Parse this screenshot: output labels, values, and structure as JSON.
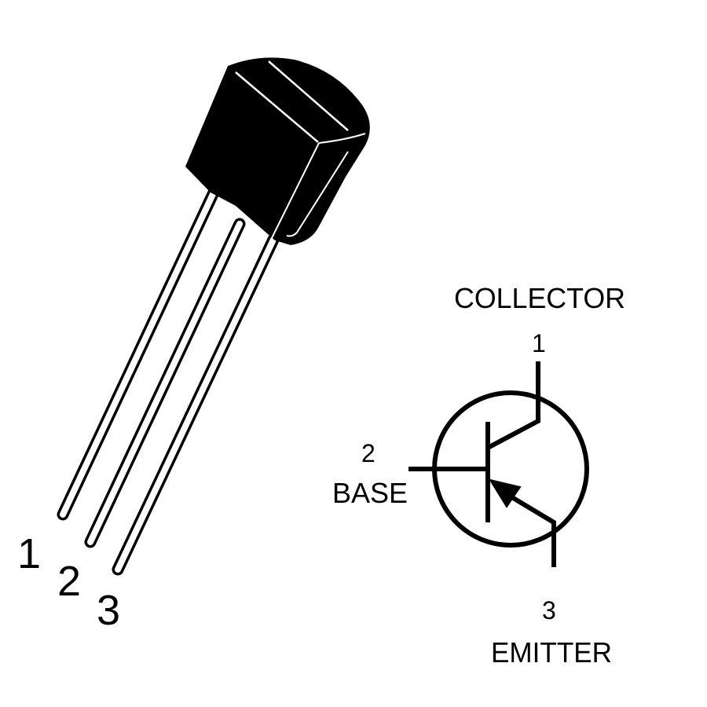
{
  "package": {
    "pin_numbers": [
      "1",
      "2",
      "3"
    ]
  },
  "symbol": {
    "collector": {
      "label": "COLLECTOR",
      "pin": "1"
    },
    "base": {
      "label": "BASE",
      "pin": "2"
    },
    "emitter": {
      "label": "EMITTER",
      "pin": "3"
    }
  },
  "colors": {
    "ink": "#000000",
    "background": "#ffffff"
  }
}
